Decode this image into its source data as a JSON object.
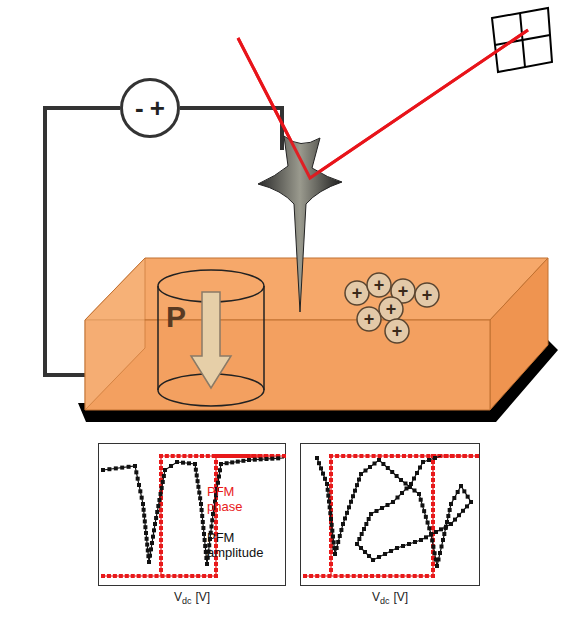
{
  "diagram": {
    "nodes": [
      {
        "text": [
          "-",
          "+"
        ]
      },
      {
        "text": [
          "P"
        ]
      },
      {
        "text": [
          "+"
        ]
      },
      {
        "text": [
          "+"
        ]
      },
      {
        "text": [
          "+"
        ]
      },
      {
        "text": [
          "+"
        ]
      },
      {
        "text": [
          "+"
        ]
      },
      {
        "text": [
          "+"
        ]
      },
      {
        "text": [
          "+"
        ]
      },
      {
        "text": [
          "PFM phase",
          "PFM amplitude",
          "V",
          "dc",
          "[V]"
        ]
      },
      {
        "text": [
          "V",
          "dc",
          "[V]"
        ]
      }
    ]
  }
}
